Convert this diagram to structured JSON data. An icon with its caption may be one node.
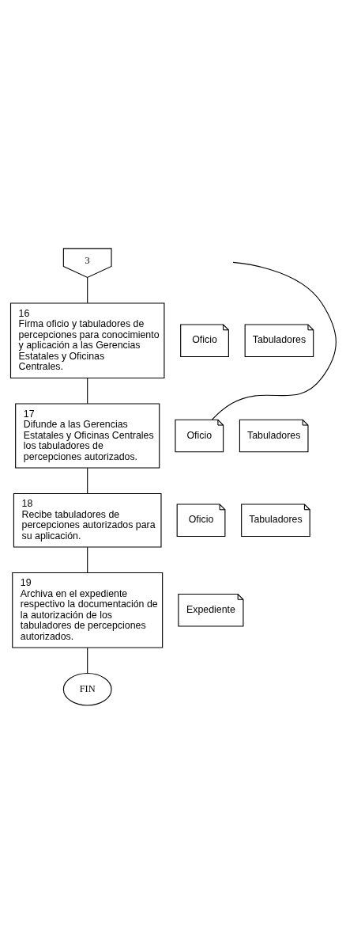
{
  "diagram": {
    "nodes": [
      {
        "text": [
          "3"
        ]
      },
      {
        "text": [
          "16",
          "Firma oficio y tabuladores de percepciones para conocimiento y aplicación a las Gerencias Estatales y Oficinas Centrales."
        ]
      },
      {
        "text": [
          "Oficio"
        ]
      },
      {
        "text": [
          "Tabuladores"
        ]
      },
      {
        "text": [
          "17",
          "Difunde a las Gerencias Estatales y Oficinas Centrales los tabuladores de percepciones autorizados."
        ]
      },
      {
        "text": [
          "Oficio"
        ]
      },
      {
        "text": [
          "Tabuladores"
        ]
      },
      {
        "text": [
          "18",
          "Recibe tabuladores de percepciones autorizados para su aplicación."
        ]
      },
      {
        "text": [
          "Oficio"
        ]
      },
      {
        "text": [
          "Tabuladores"
        ]
      },
      {
        "text": [
          "19",
          "Archiva en el expediente respectivo la documentación de la autorización de los tabuladores de percepciones autorizados."
        ]
      },
      {
        "text": [
          "Expediente"
        ]
      },
      {
        "text": [
          "FIN"
        ]
      }
    ],
    "edges": [
      {
        "from": 0,
        "to": 1,
        "arrow": "none"
      },
      {
        "from": 1,
        "to": 4,
        "arrow": "none"
      },
      {
        "from": 4,
        "to": 7,
        "arrow": "none"
      },
      {
        "from": 7,
        "to": 10,
        "arrow": "none"
      },
      {
        "from": 10,
        "to": 12,
        "arrow": "none"
      },
      {
        "from": 5,
        "to": null,
        "arrow": "none"
      }
    ]
  }
}
